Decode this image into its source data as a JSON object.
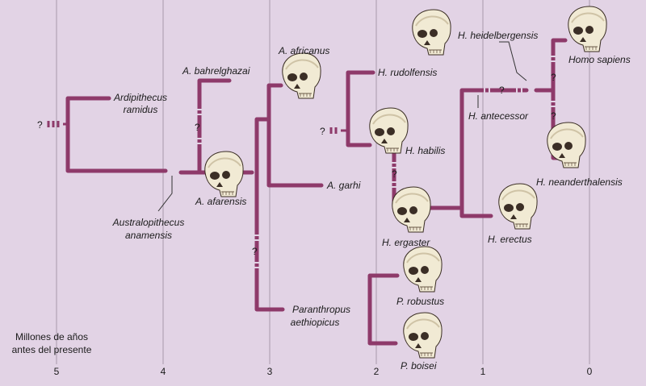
{
  "timeline": {
    "caption": [
      "Millones de años",
      "antes del presente"
    ],
    "ticks": [
      "5",
      "4",
      "3",
      "2",
      "1",
      "0"
    ]
  },
  "uncertain_mark": "?",
  "colors": {
    "background": "#e2d3e5",
    "branch": "#8e3a6a",
    "grid": "#a89aaa",
    "skull": "#f1ead4"
  },
  "species": {
    "ardipithecus": [
      "Ardipithecus",
      "ramidus"
    ],
    "anamensis": [
      "Australopithecus",
      "anamensis"
    ],
    "bahrelghazai": "A. bahrelghazai",
    "afarensis": "A. afarensis",
    "africanus": "A. africanus",
    "garhi": "A. garhi",
    "aethiopicus": [
      "Paranthropus",
      "aethiopicus"
    ],
    "rudolfensis": "H. rudolfensis",
    "habilis": "H. habilis",
    "ergaster": "H. ergaster",
    "robustus": "P. robustus",
    "boisei": "P. boisei",
    "erectus": "H. erectus",
    "antecessor": "H. antecessor",
    "heidelbergensis": "H. heidelbergensis",
    "sapiens": "Homo sapiens",
    "neanderthalensis": "H. neanderthalensis"
  }
}
